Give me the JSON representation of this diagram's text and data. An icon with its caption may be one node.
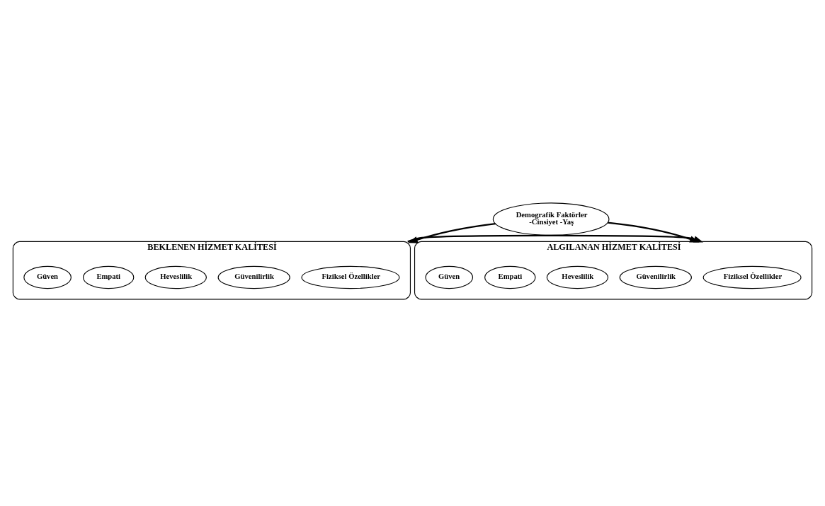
{
  "diagram": {
    "nodes": [
      {
        "text": [
          "Demografik Faktörler",
          "-Cinsiyet -Yaş"
        ]
      },
      {
        "text": [
          "BEKLENEN HİZMET KALİTESİ"
        ]
      },
      {
        "text": [
          "Fiziksel Özellikler"
        ],
        "in": 1
      },
      {
        "text": [
          "Güvenilirlik"
        ],
        "in": 1
      },
      {
        "text": [
          "Heveslilik"
        ],
        "in": 1
      },
      {
        "text": [
          "Empati"
        ],
        "in": 1
      },
      {
        "text": [
          "Güven"
        ],
        "in": 1
      },
      {
        "text": [
          "ALGILANAN HİZMET KALİTESİ"
        ]
      },
      {
        "text": [
          "Fiziksel Özellikler"
        ],
        "in": 7
      },
      {
        "text": [
          "Güvenilirlik"
        ],
        "in": 7
      },
      {
        "text": [
          "Heveslilik"
        ],
        "in": 7
      },
      {
        "text": [
          "Empati"
        ],
        "in": 7
      },
      {
        "text": [
          "Güven"
        ],
        "in": 7
      }
    ],
    "edges": [
      {
        "from": 0,
        "to": 1,
        "arrow": "to"
      },
      {
        "from": 0,
        "to": 7,
        "arrow": "to"
      },
      {
        "from": 1,
        "to": 7,
        "arrow": "to"
      }
    ]
  }
}
